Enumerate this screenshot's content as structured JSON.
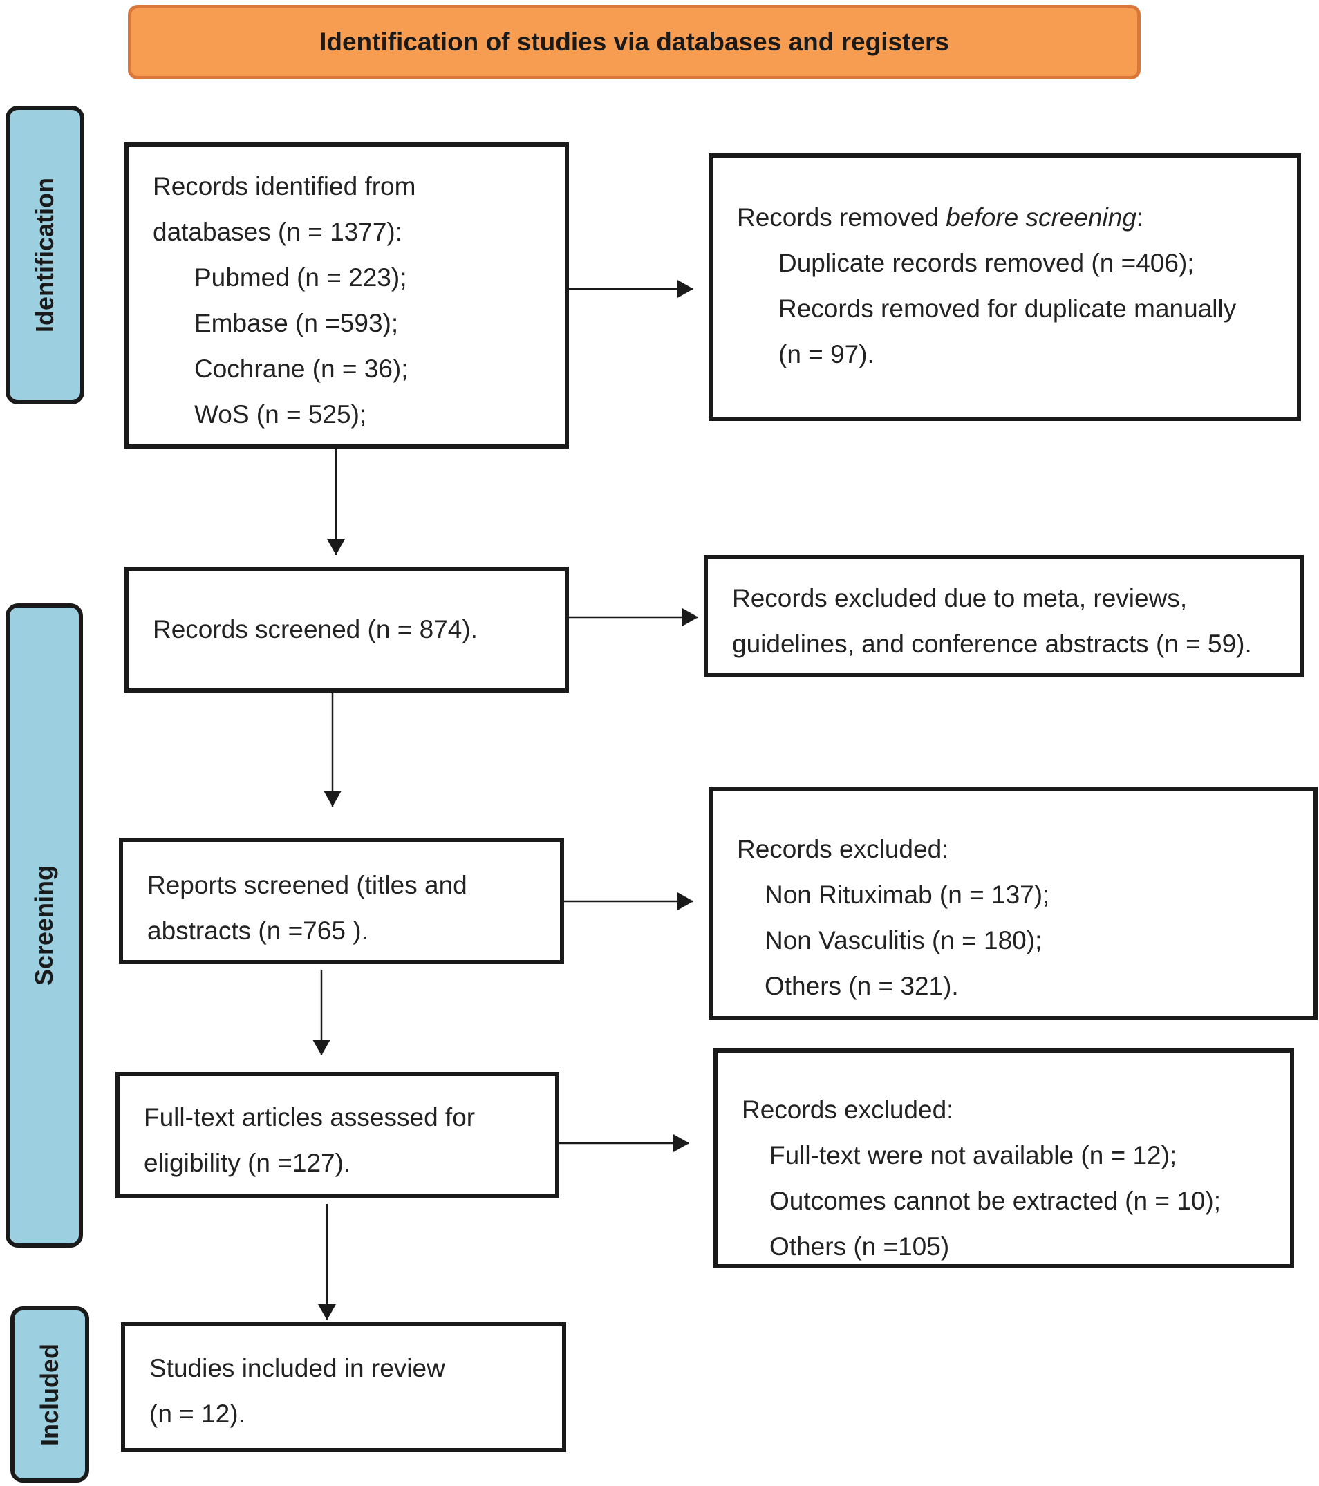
{
  "header": {
    "title": "Identification of studies via databases and registers"
  },
  "phases": {
    "identification": "Identification",
    "screening": "Screening",
    "included": "Included"
  },
  "identified": {
    "line1": "Records identified from",
    "line2": "databases (n = 1377):",
    "sources": [
      "Pubmed (n = 223);",
      "Embase (n =593);",
      "Cochrane (n = 36);",
      "WoS (n = 525);"
    ]
  },
  "removed_before": {
    "prefix": "Records removed ",
    "emphasis": "before screening",
    "suffix": ":",
    "items": [
      "Duplicate records removed (n =406);",
      "Records removed for duplicate manually",
      "(n = 97)."
    ]
  },
  "records_screened": {
    "text": "Records screened (n = 874)."
  },
  "excluded_meta": {
    "line1": "Records excluded due to meta, reviews,",
    "line2": "guidelines, and conference abstracts (n = 59)."
  },
  "reports_screened": {
    "line1": "Reports screened (titles and",
    "line2": "abstracts (n =765 )."
  },
  "excluded_reports": {
    "title": "Records excluded:",
    "items": [
      "Non Rituximab (n = 137);",
      "Non Vasculitis (n = 180);",
      "Others (n = 321)."
    ]
  },
  "full_text": {
    "line1": "Full-text articles assessed for",
    "line2": "eligibility (n =127)."
  },
  "excluded_fulltext": {
    "title": "Records excluded:",
    "items": [
      "Full-text were not available (n = 12);",
      "Outcomes cannot be extracted (n = 10);",
      "Others (n =105)"
    ]
  },
  "included": {
    "line1": "Studies included in review",
    "line2": "(n = 12)."
  },
  "colors": {
    "banner_fill": "#f79d52",
    "banner_border": "#d9783a",
    "phase_fill": "#9ccfdf",
    "border": "#1a1a1a"
  }
}
